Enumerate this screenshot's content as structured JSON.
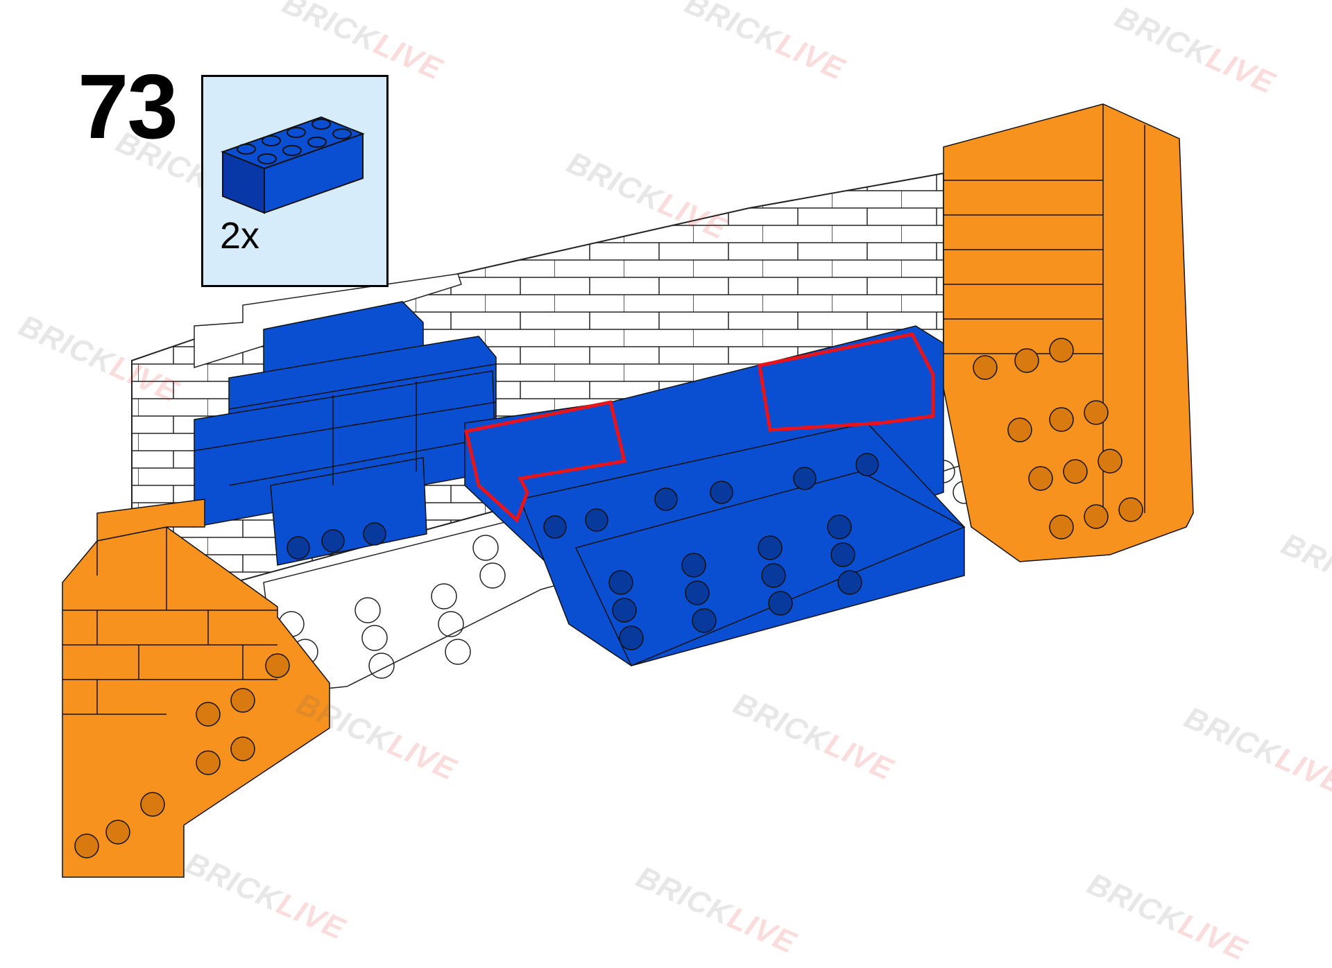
{
  "step": {
    "number": "73"
  },
  "parts_list": {
    "items": [
      {
        "part": "2x4 brick",
        "color": "#0a4fd1",
        "quantity": "2x"
      }
    ]
  },
  "watermark": {
    "part1": "BRICK",
    "part2": "LIVE"
  },
  "colors": {
    "blue": "#0a4fd1",
    "blue_dark": "#073a9c",
    "orange": "#f7921e",
    "orange_dark": "#d87a10",
    "white_brick": "#ffffff",
    "highlight": "#e8141c",
    "box_bg": "#d7ecfb"
  }
}
